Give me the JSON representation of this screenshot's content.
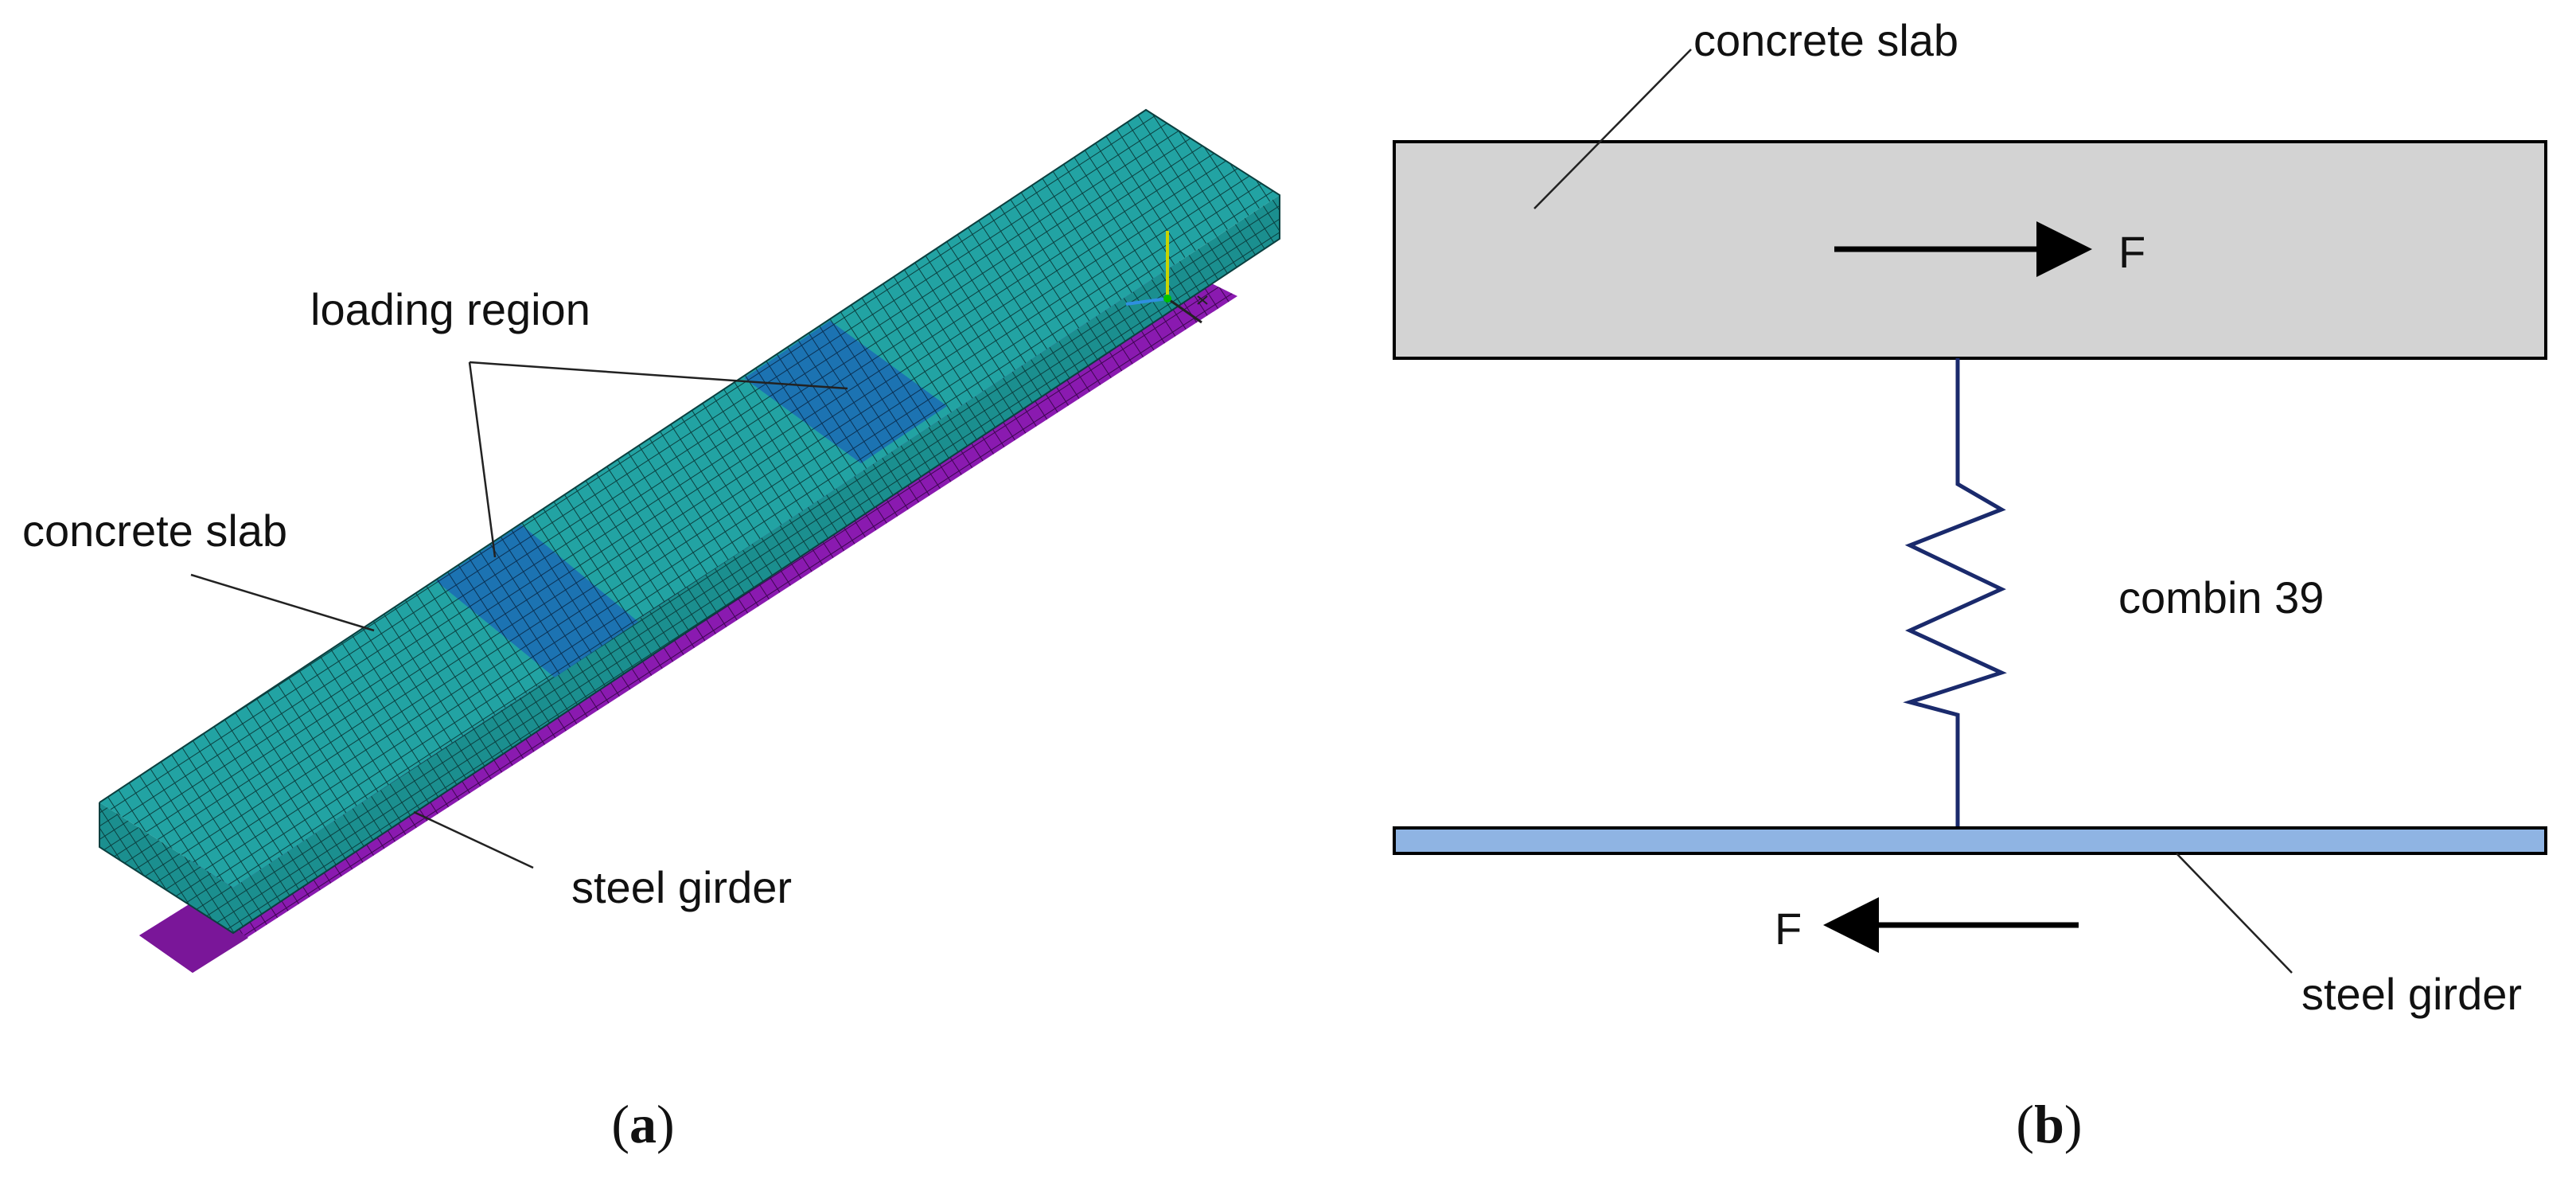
{
  "panel_a": {
    "labels": {
      "loading_region": "loading region",
      "concrete_slab": "concrete slab",
      "steel_girder": "steel girder"
    },
    "caption_open": "(",
    "caption_letter": "a",
    "caption_close": ")",
    "colors": {
      "slab_top": "#22a3a3",
      "slab_side": "#1b8f8f",
      "slab_end": "#1d9a9a",
      "loading_region": "#1c6fb3",
      "girder": "#8a1ab0",
      "mesh_line": "#0b3f3f"
    }
  },
  "panel_b": {
    "labels": {
      "concrete_slab": "concrete slab",
      "force_top": "F",
      "spring": "combin 39",
      "force_bottom": "F",
      "steel_girder": "steel girder"
    },
    "caption_open": "(",
    "caption_letter": "b",
    "caption_close": ")",
    "colors": {
      "slab_fill": "#d3d3d3",
      "girder_fill": "#8fb4e3",
      "spring_color": "#1a2a6c",
      "outline": "#000000"
    }
  }
}
